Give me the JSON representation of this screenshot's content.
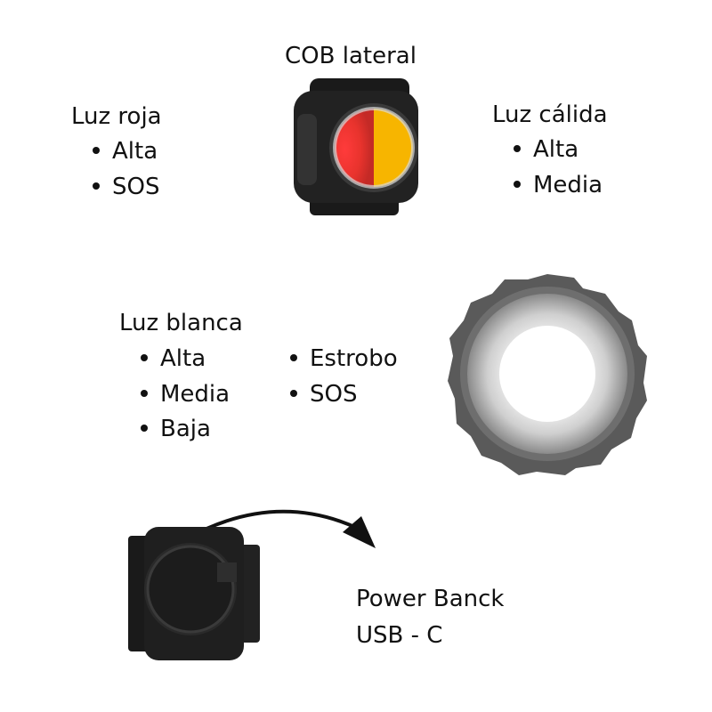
{
  "top": {
    "title": "COB lateral"
  },
  "red_light": {
    "heading": "Luz roja",
    "items": [
      "Alta",
      "SOS"
    ]
  },
  "warm_light": {
    "heading": "Luz cálida",
    "items": [
      "Alta",
      "Media"
    ]
  },
  "white_light": {
    "heading": "Luz blanca",
    "items_left": [
      "Alta",
      "Media",
      "Baja"
    ],
    "items_right": [
      "Estrobo",
      "SOS"
    ]
  },
  "power": {
    "line1": "Power Banck",
    "line2": "USB - C"
  },
  "colors": {
    "red": "#e8332d",
    "amber": "#f7b500",
    "dark": "#1a1a1a",
    "white_glow": "#ffffff"
  }
}
